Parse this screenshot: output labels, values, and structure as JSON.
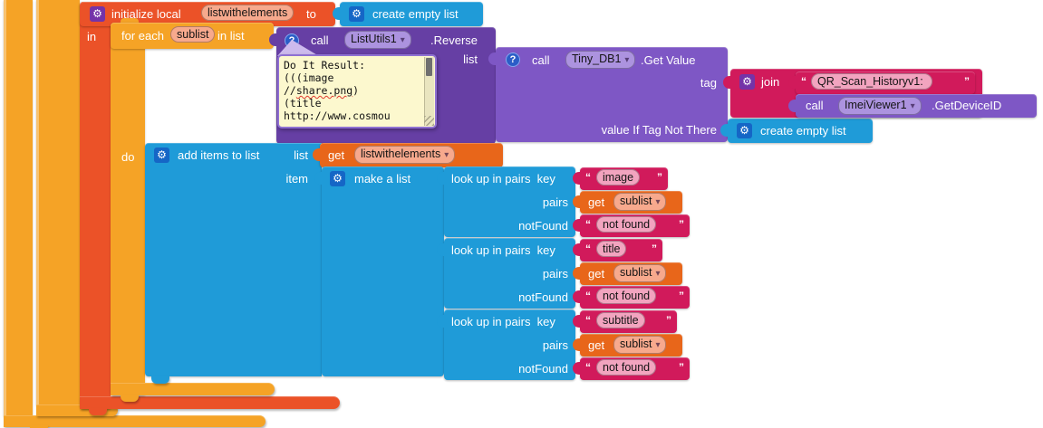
{
  "icons": {
    "gear": "⚙",
    "help": "?",
    "dropdown": "▾",
    "quote_open": "“",
    "quote_close": "”"
  },
  "colors": {
    "control_gold": "#F5A326",
    "variable_orange": "#EB5228",
    "getter_orange": "#E8661A",
    "list_blue": "#1F9BD8",
    "method_purple": "#7E57C5",
    "extension_purple": "#663FA4",
    "text_pink": "#D11A5B"
  },
  "blocks": {
    "init_local": {
      "keyword": "initialize local",
      "name": "listwithelements",
      "to": "to",
      "in": "in"
    },
    "create_empty_list": {
      "label": "create empty list"
    },
    "for_each": {
      "keyword": "for each",
      "var": "sublist",
      "in_list": "in list",
      "do": "do"
    },
    "reverse_call": {
      "call": "call",
      "component": "ListUtils1",
      "method": ".Reverse",
      "param_list": "list"
    },
    "get_value_call": {
      "call": "call",
      "component": "Tiny_DB1",
      "method": ".Get Value",
      "param_tag": "tag",
      "param_value_if": "value If Tag Not There"
    },
    "join": {
      "label": "join",
      "text": "QR_Scan_Historyv1: "
    },
    "get_device_call": {
      "call": "call",
      "component": "ImeiViewer1",
      "method": ".GetDeviceID"
    },
    "add_items": {
      "label": "add items to list",
      "param_list": "list",
      "param_item": "item"
    },
    "get_list": {
      "get": "get",
      "var": "listwithelements"
    },
    "make_list": {
      "label": "make a list"
    },
    "lookup": {
      "label": "look up in pairs  key",
      "pairs": "pairs",
      "not_found": "notFound",
      "get": "get",
      "var": "sublist",
      "not_found_text": "not found"
    },
    "lookup_keys": [
      "image",
      "title",
      "subtitle"
    ],
    "comment": {
      "line1": "Do It Result:",
      "line2": "(((image",
      "line3_pre": "//",
      "line3_word": "share.png",
      "line3_post": ")",
      "line4": "(title",
      "line5": "http://www.cosmou"
    }
  }
}
